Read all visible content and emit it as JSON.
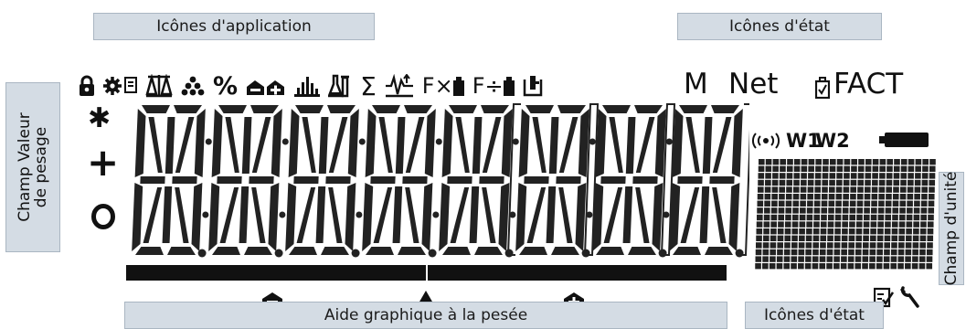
{
  "labels": {
    "app_icons": "Icônes d'application",
    "status_icons_top": "Icônes d'état",
    "weight_field": "Champ Valeur de pesage",
    "weight_field_line1": "Champ Valeur",
    "weight_field_line2": "de pesage",
    "unit_field": "Champ d'unité",
    "graphic_aid": "Aide graphique à la pesée",
    "status_icons_bottom": "Icônes d'état"
  },
  "app_icons": [
    {
      "name": "lock-icon"
    },
    {
      "name": "gear-icon"
    },
    {
      "name": "clipboard-icon"
    },
    {
      "name": "balance-icon"
    },
    {
      "name": "counting-icon"
    },
    {
      "name": "percent-icon",
      "text": "%"
    },
    {
      "name": "tare-icons"
    },
    {
      "name": "histogram-icon"
    },
    {
      "name": "flask-icon"
    },
    {
      "name": "sigma-icon",
      "text": "Σ"
    },
    {
      "name": "dynamic-icon"
    },
    {
      "name": "f-times-icon",
      "text": "F×"
    },
    {
      "name": "f-div-icon",
      "text": "F÷"
    },
    {
      "name": "hold-icon"
    }
  ],
  "status_top": {
    "m": "M",
    "net": "Net",
    "fact": "FACT"
  },
  "status_indicators": {
    "w1": "W1",
    "w2": "W2"
  },
  "side_symbols": {
    "star": "✱",
    "plus": "+",
    "zero": "o"
  },
  "digits": {
    "count": 8,
    "bracketed_from": 6
  },
  "colors": {
    "label_bg": "#d4dce4",
    "segment": "#222222"
  }
}
